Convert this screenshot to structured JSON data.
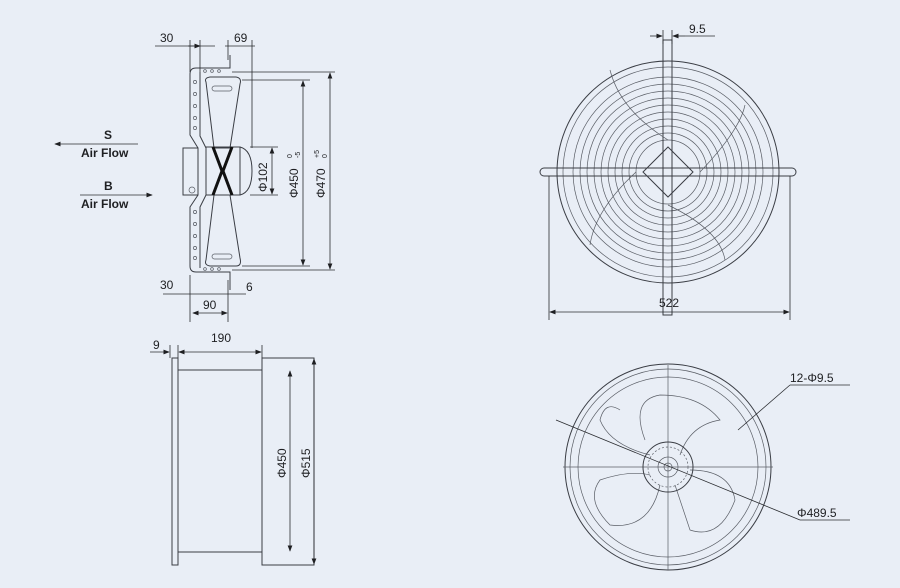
{
  "side_view": {
    "dim_top_left": "30",
    "dim_top_right": "69",
    "dim_bottom_left": "30",
    "dim_bottom_right": "6",
    "dim_bottom_depth": "90",
    "dim_hub": "Φ102",
    "dim_blade": "Φ450",
    "dim_blade_tol_upper": "0",
    "dim_blade_tol_lower": "-5",
    "dim_ring": "Φ470",
    "dim_ring_tol_upper": "+5",
    "dim_ring_tol_lower": "0",
    "airflow_s_label": "S",
    "airflow_s_text": "Air Flow",
    "airflow_b_label": "B",
    "airflow_b_text": "Air Flow"
  },
  "front_view": {
    "dim_strip": "9.5",
    "dim_width": "522"
  },
  "guard_side_view": {
    "dim_flange": "9",
    "dim_depth": "190",
    "dim_inner": "Φ450",
    "dim_outer": "Φ515"
  },
  "rear_view": {
    "dim_holes": "12-Φ9.5",
    "dim_bolt_circle": "Φ489.5"
  }
}
